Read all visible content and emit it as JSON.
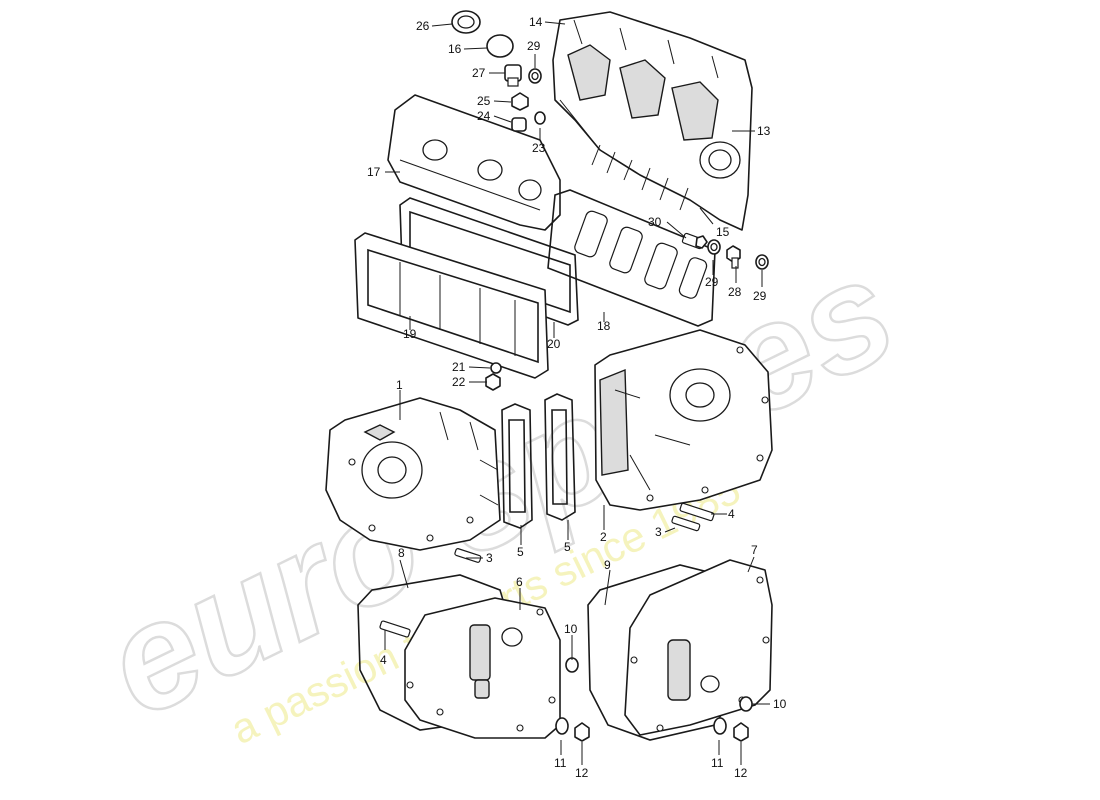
{
  "diagram": {
    "callouts": [
      {
        "id": "c1",
        "label": "1"
      },
      {
        "id": "c2",
        "label": "2"
      },
      {
        "id": "c3a",
        "label": "3"
      },
      {
        "id": "c3b",
        "label": "3"
      },
      {
        "id": "c4a",
        "label": "4"
      },
      {
        "id": "c4b",
        "label": "4"
      },
      {
        "id": "c5a",
        "label": "5"
      },
      {
        "id": "c5b",
        "label": "5"
      },
      {
        "id": "c6",
        "label": "6"
      },
      {
        "id": "c7",
        "label": "7"
      },
      {
        "id": "c8",
        "label": "8"
      },
      {
        "id": "c9",
        "label": "9"
      },
      {
        "id": "c10a",
        "label": "10"
      },
      {
        "id": "c10b",
        "label": "10"
      },
      {
        "id": "c11a",
        "label": "11"
      },
      {
        "id": "c11b",
        "label": "11"
      },
      {
        "id": "c12a",
        "label": "12"
      },
      {
        "id": "c12b",
        "label": "12"
      },
      {
        "id": "c13",
        "label": "13"
      },
      {
        "id": "c14",
        "label": "14"
      },
      {
        "id": "c15",
        "label": "15"
      },
      {
        "id": "c16",
        "label": "16"
      },
      {
        "id": "c17",
        "label": "17"
      },
      {
        "id": "c18",
        "label": "18"
      },
      {
        "id": "c19",
        "label": "19"
      },
      {
        "id": "c20",
        "label": "20"
      },
      {
        "id": "c21",
        "label": "21"
      },
      {
        "id": "c22",
        "label": "22"
      },
      {
        "id": "c23",
        "label": "23"
      },
      {
        "id": "c24",
        "label": "24"
      },
      {
        "id": "c25",
        "label": "25"
      },
      {
        "id": "c26",
        "label": "26"
      },
      {
        "id": "c27",
        "label": "27"
      },
      {
        "id": "c28",
        "label": "28"
      },
      {
        "id": "c29a",
        "label": "29"
      },
      {
        "id": "c29b",
        "label": "29"
      },
      {
        "id": "c29c",
        "label": "29"
      },
      {
        "id": "c30",
        "label": "30"
      }
    ],
    "watermark": {
      "brand": "euro spares",
      "tagline": "a passion for parts since 1985"
    }
  }
}
